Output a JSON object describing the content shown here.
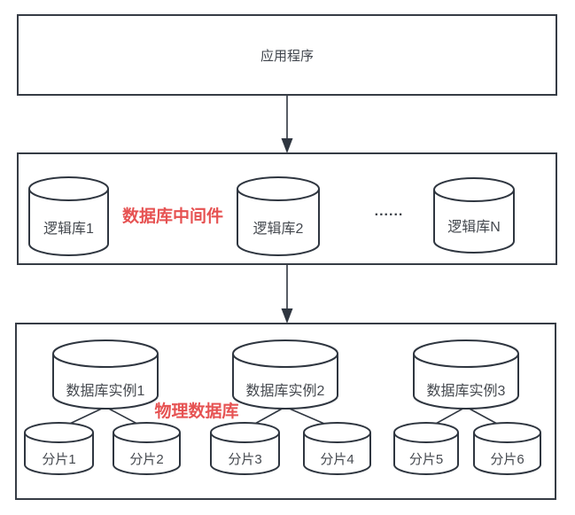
{
  "diagram": {
    "app_box": {
      "label": "应用程序"
    },
    "middleware_box": {
      "label": "数据库中间件",
      "cylinders": [
        "逻辑库1",
        "逻辑库2",
        "逻辑库N"
      ],
      "ellipsis": "......"
    },
    "physical_box": {
      "label": "物理数据库",
      "instances": [
        "数据库实例1",
        "数据库实例2",
        "数据库实例3"
      ],
      "shards": [
        "分片1",
        "分片2",
        "分片3",
        "分片4",
        "分片5",
        "分片6"
      ]
    },
    "colors": {
      "stroke": "#2f3640",
      "accent_red": "#e65252",
      "background": "#ffffff"
    }
  }
}
